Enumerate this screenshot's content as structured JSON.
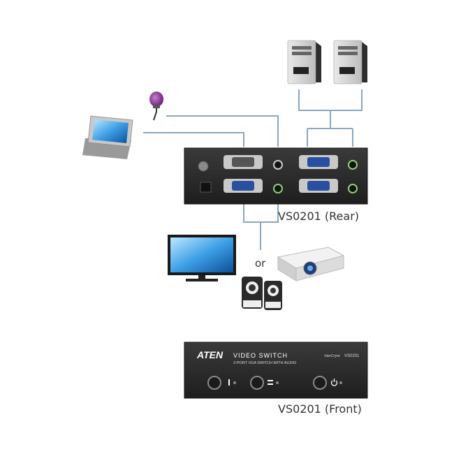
{
  "labels": {
    "rear": "VS0201 (Rear)",
    "front": "VS0201 (Front)",
    "or": "or"
  },
  "front_panel": {
    "brand": "ATEN",
    "product_line": "VIDEO SWITCH",
    "subtitle": "2-PORT VGA SWITCH WITH AUDIO",
    "series_logo": "VanCryst",
    "model": "VS0201",
    "button_icons": [
      "port-1-icon",
      "port-2-icon",
      "power-icon"
    ]
  },
  "colors": {
    "device_body": "#2b2b2b",
    "cable": "#8aa6c0",
    "vga_port": "#2a4fa0",
    "audio_jack": "#8ed36b"
  },
  "devices": [
    "pc-tower-1",
    "pc-tower-2",
    "console-monitor",
    "ir-sensor",
    "tv-display",
    "projector",
    "speakers"
  ]
}
